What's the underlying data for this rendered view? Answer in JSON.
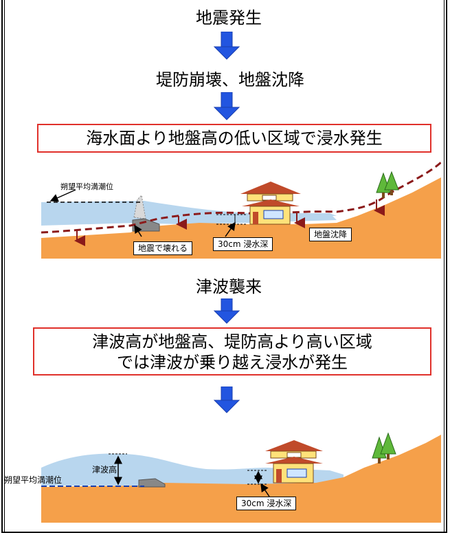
{
  "steps": {
    "step1": "地震発生",
    "step2": "堤防崩壊、地盤沈降",
    "box1": "海水面より地盤高の低い区域で浸水発生",
    "step3": "津波襲来",
    "box2_line1": "津波高が地盤高、堤防高より高い区域",
    "box2_line2": "では津波が乗り越え浸水が発生"
  },
  "scene1": {
    "tide_label": "朔望平均満潮位",
    "dike_label": "地震で壊れる",
    "depth_label": "30cm 浸水深",
    "subsidence_label": "地盤沈降"
  },
  "scene2": {
    "tsunami_height_label": "津波高",
    "tide_label": "朔望平均満潮位",
    "depth_label": "30cm 浸水深"
  },
  "colors": {
    "ground": "#f5a04a",
    "water": "#b8d6ee",
    "water_deep": "#9cc8ea",
    "arrow": "#2255e0",
    "box_border": "#e0302a",
    "dashed_line": "#8b1a1a",
    "house_wall": "#ffe27a",
    "roof": "#c04a2a",
    "tree": "#5fb83a"
  },
  "icons": [
    "down-arrow-icon",
    "house-icon",
    "tree-icon",
    "dike-icon"
  ]
}
